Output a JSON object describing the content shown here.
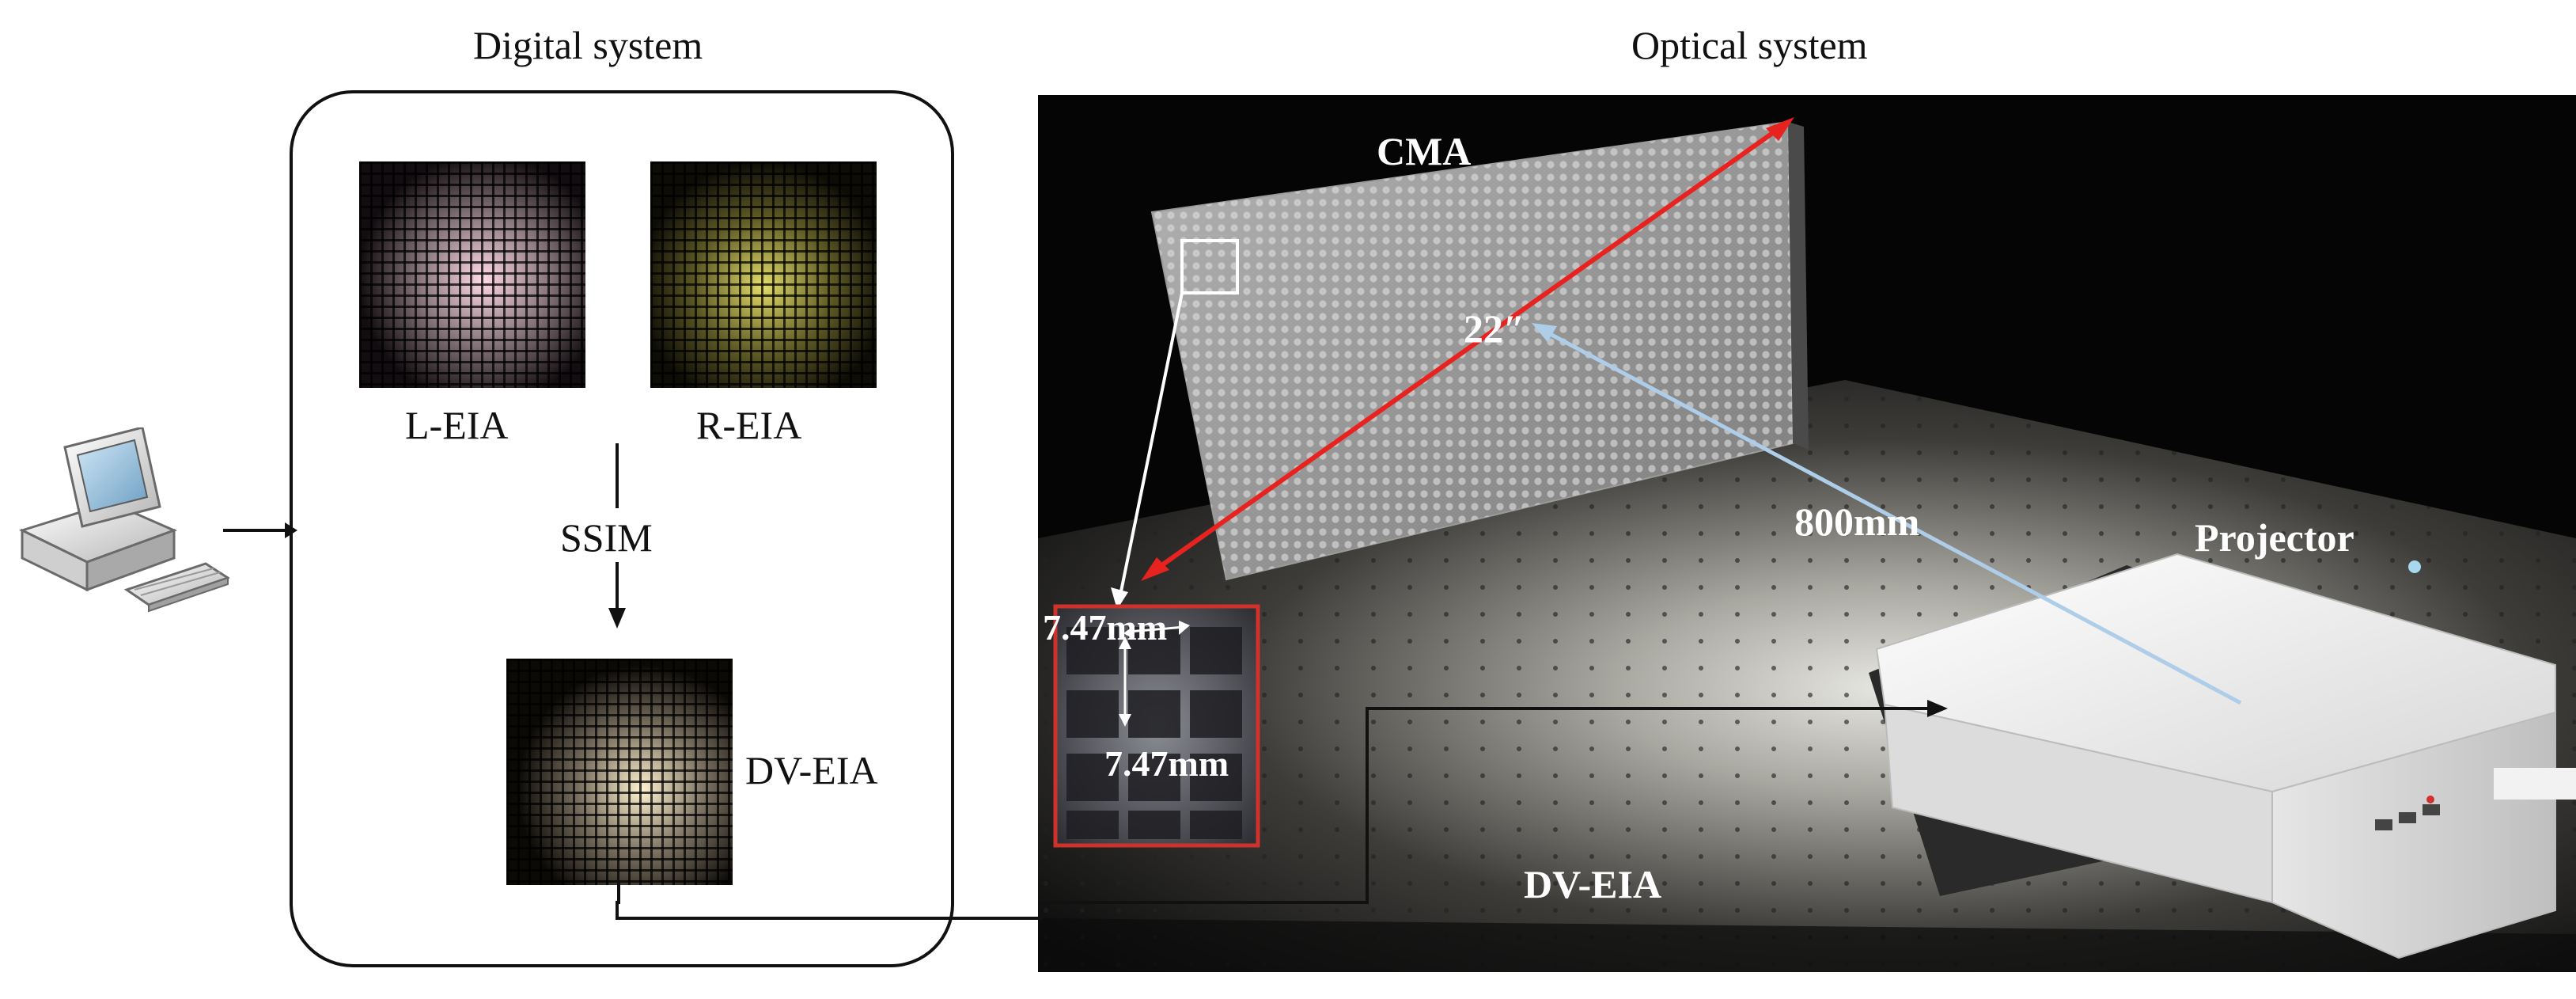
{
  "digital": {
    "title": "Digital system",
    "left_label": "L-EIA",
    "right_label": "R-EIA",
    "ssim_label": "SSIM",
    "output_label": "DV-EIA"
  },
  "optical": {
    "title": "Optical system",
    "cma_label": "CMA",
    "diagonal_label": "22″",
    "distance_label": "800mm",
    "projector_label": "Projector",
    "pitch_top_label": "7.47mm",
    "pitch_bottom_label": "7.47mm",
    "input_label": "DV-EIA"
  },
  "colors": {
    "diagonal_arrow": "#e8231f",
    "distance_arrow": "#aecde8",
    "inset_border": "#d0322b",
    "eia_left_tint": "#ffd9e6",
    "eia_right_tint": "#e3dc6a",
    "eia_output_tint": "#fff1cf"
  }
}
